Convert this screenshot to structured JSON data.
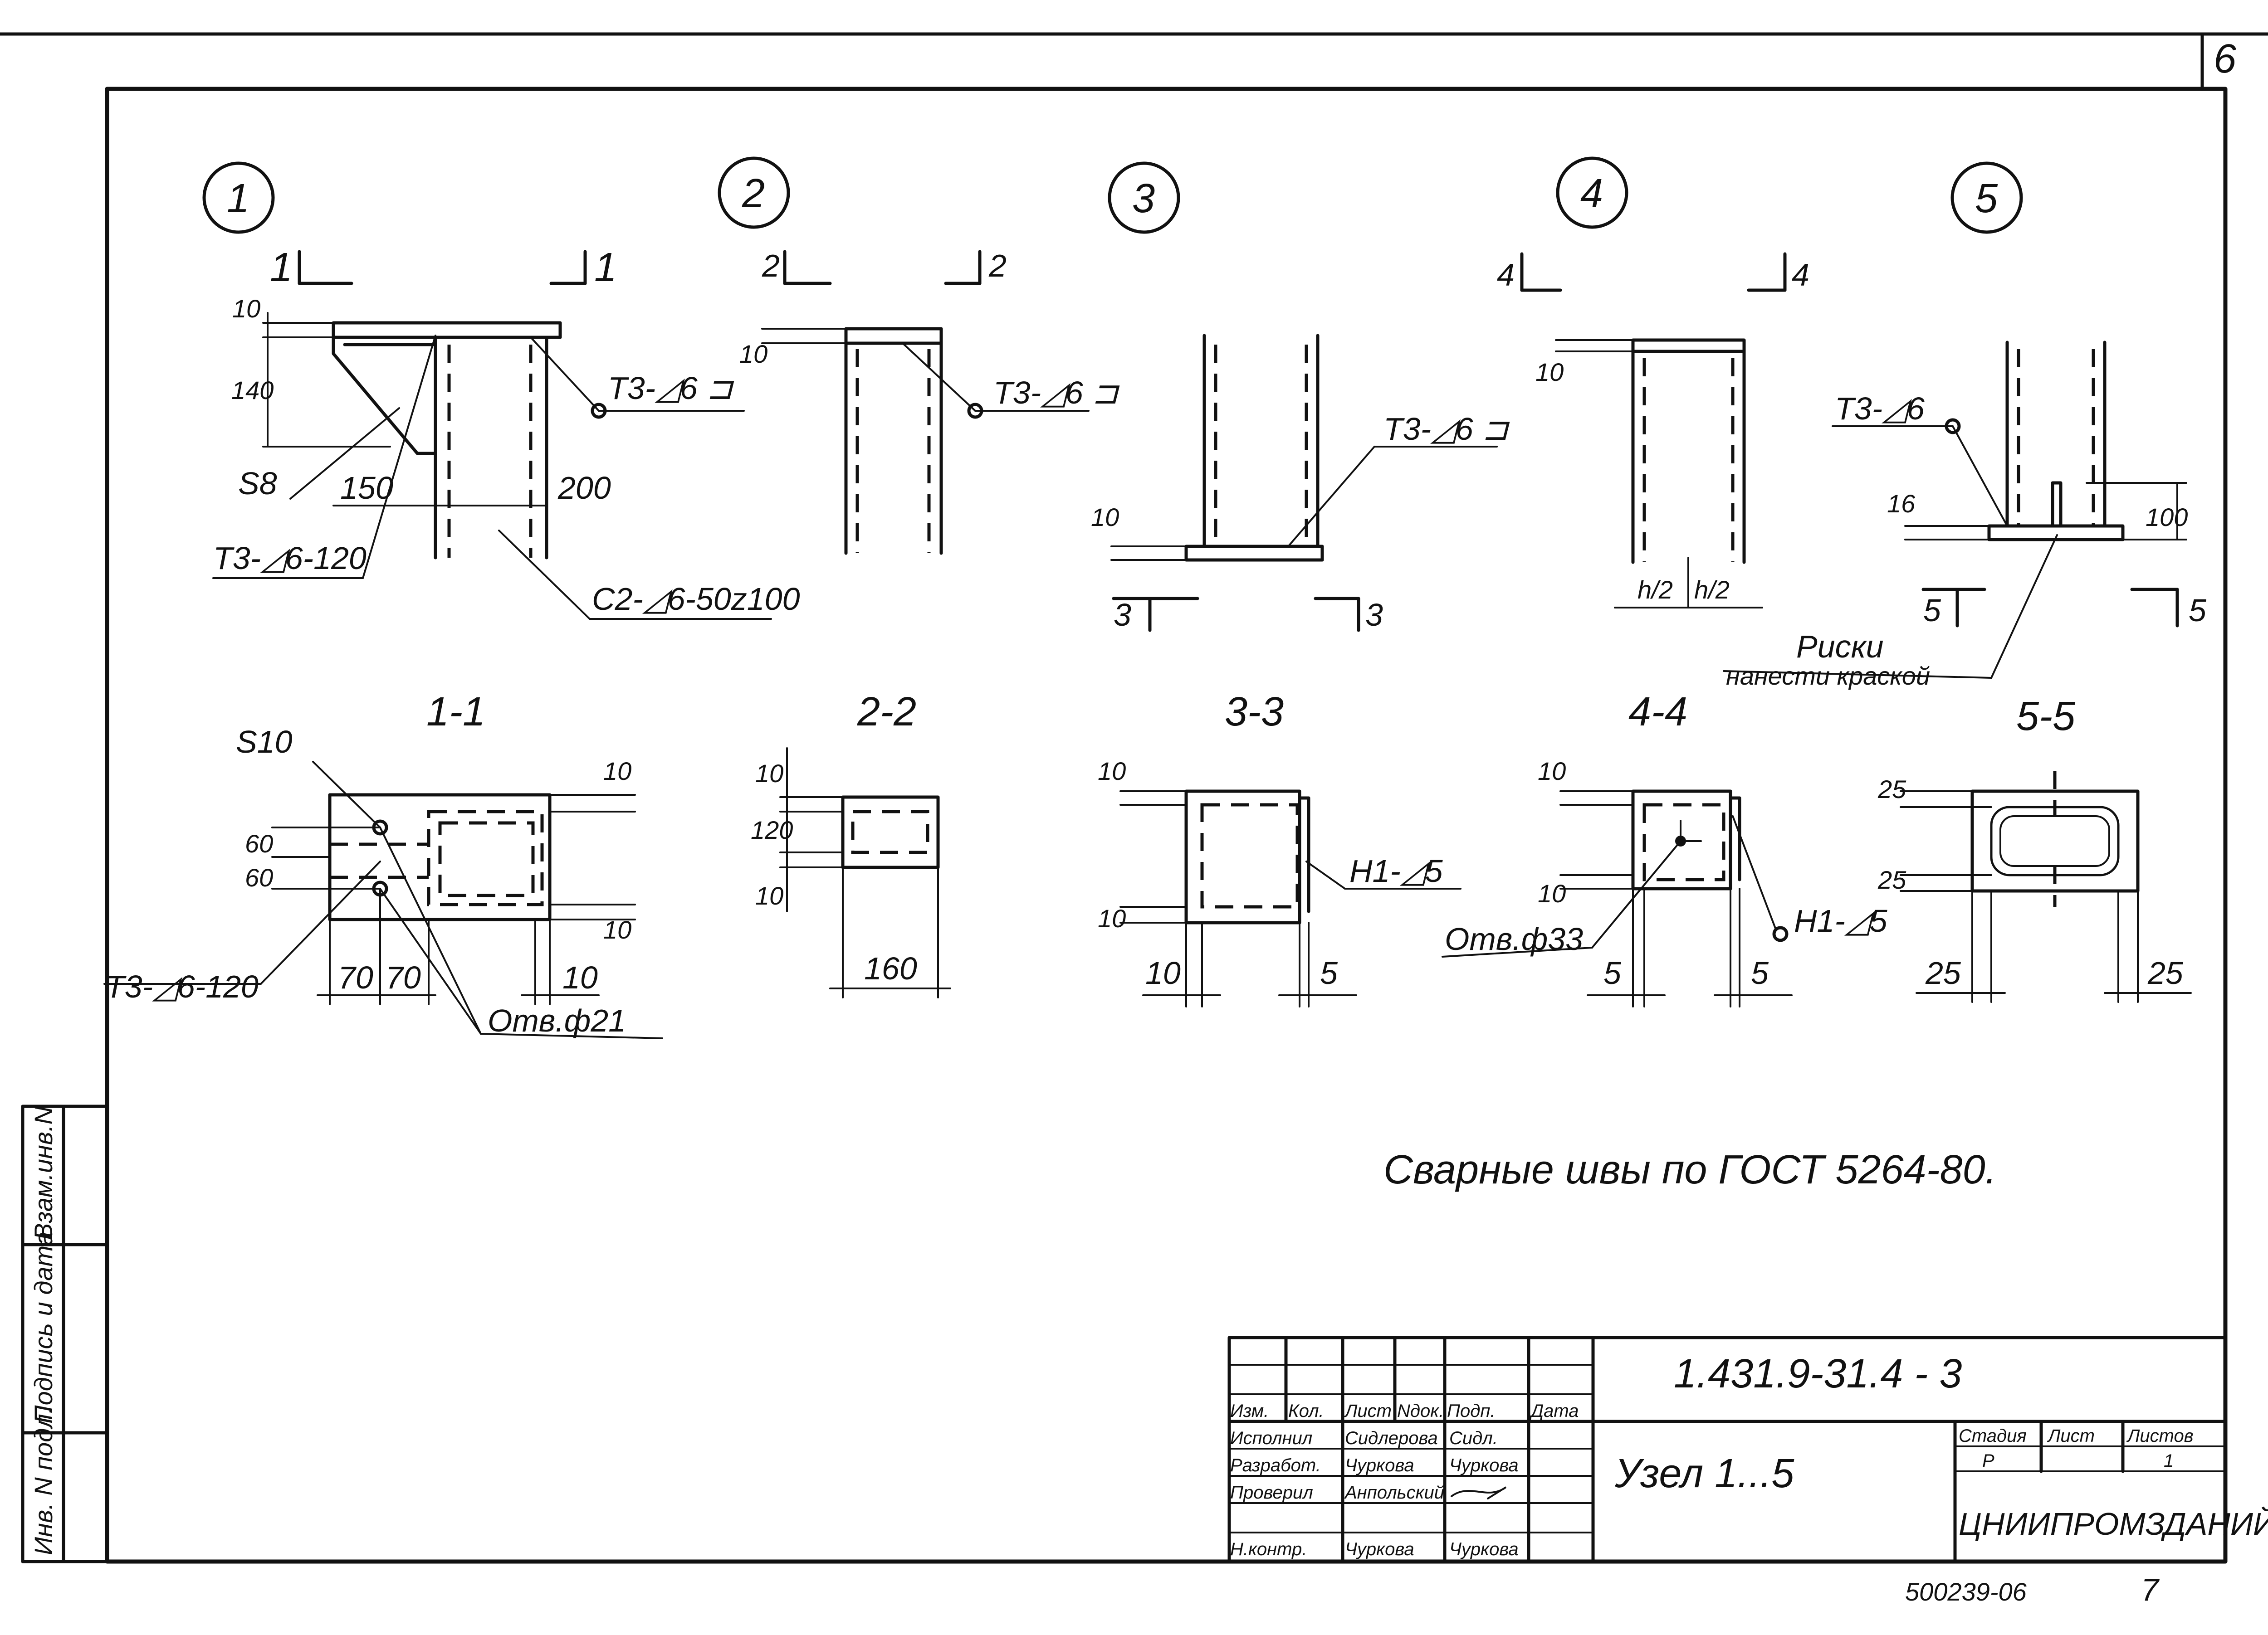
{
  "sheet": {
    "corner_number": "6",
    "bottom_stamp": "500239-06",
    "bottom_number": "7"
  },
  "details": {
    "d1": {
      "number": "1",
      "cut_marks": [
        "1",
        "1"
      ],
      "dims": [
        "10",
        "140",
        "150",
        "200"
      ],
      "labels": [
        "S8",
        "Т3-◿6 ⊐",
        "Т3-◿6-120",
        "С2-◿6-50z100"
      ]
    },
    "d2": {
      "number": "2",
      "cut_marks": [
        "2",
        "2"
      ],
      "dims": [
        "10"
      ],
      "labels": [
        "Т3-◿6 ⊐"
      ]
    },
    "d3": {
      "number": "3",
      "cut_marks": [
        "3",
        "3"
      ],
      "dims": [
        "10"
      ],
      "labels": [
        "Т3-◿6 ⊐"
      ]
    },
    "d4": {
      "number": "4",
      "cut_marks": [
        "4",
        "4"
      ],
      "dims": [
        "10",
        "h/2",
        "h/2"
      ]
    },
    "d5": {
      "number": "5",
      "cut_marks": [
        "5",
        "5"
      ],
      "dims": [
        "16",
        "100"
      ],
      "labels": [
        "Т3-◿6"
      ],
      "note_line1": "Риски",
      "note_line2": "нанести краской"
    }
  },
  "sections": {
    "s1": {
      "title": "1-1",
      "dims": [
        "10",
        "60",
        "60",
        "10",
        "70",
        "70",
        "10"
      ],
      "labels": [
        "S10",
        "Т3-◿6-120",
        "Отв.ф21"
      ]
    },
    "s2": {
      "title": "2-2",
      "dims": [
        "10",
        "120",
        "10",
        "160"
      ]
    },
    "s3": {
      "title": "3-3",
      "dims": [
        "10",
        "10",
        "10",
        "5"
      ],
      "labels": [
        "Н1-◿5"
      ]
    },
    "s4": {
      "title": "4-4",
      "dims": [
        "10",
        "10",
        "5",
        "5"
      ],
      "labels": [
        "Отв.ф33",
        "Н1-◿5"
      ]
    },
    "s5": {
      "title": "5-5",
      "dims": [
        "25",
        "25",
        "25",
        "25"
      ]
    }
  },
  "weld_note": "Сварные швы по ГОСТ 5264-80.",
  "side_stamp": [
    "Инв. N подл.",
    "Подпись и дата",
    "Взам.инв.N"
  ],
  "title_block": {
    "doc_code": "1.431.9-31.4 - 3",
    "title": "Узел 1...5",
    "header_cols": [
      "Изм.",
      "Кол.",
      "Лист",
      "Nдок.",
      "Подп.",
      "Дата"
    ],
    "rows": [
      {
        "role": "Исполнил",
        "name": "Сидлерова",
        "signature": "Сидл."
      },
      {
        "role": "Разработ.",
        "name": "Чуркова",
        "signature": "Чуркова"
      },
      {
        "role": "Проверил",
        "name": "Анпольский",
        "signature": ""
      },
      {
        "role": "Н.контр.",
        "name": "Чуркова",
        "signature": "Чуркова"
      }
    ],
    "stage_label": "Стадия",
    "sheet_label": "Лист",
    "sheets_label": "Листов",
    "stage_value": "Р",
    "sheet_value": "1",
    "org": "ЦНИИПРОМЗДАНИЙ"
  }
}
